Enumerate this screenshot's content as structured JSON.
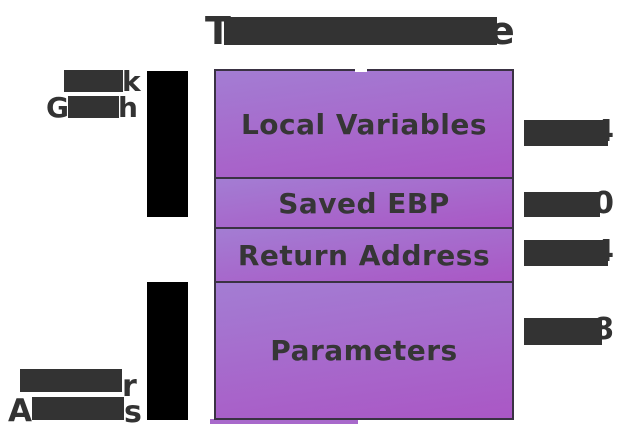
{
  "title": {
    "visible_left": "T",
    "visible_right": "e",
    "redacted": true
  },
  "stack_growth_label": {
    "line1_visible_end": "k",
    "line2_visible_start": "G",
    "line2_visible_end": "h",
    "redacted": true
  },
  "stack": {
    "sections": [
      {
        "label": "Local Variables"
      },
      {
        "label": "Saved EBP"
      },
      {
        "label": "Return Address"
      },
      {
        "label": "Parameters"
      }
    ]
  },
  "offset_labels": [
    {
      "visible_digit": "4",
      "redacted": true
    },
    {
      "visible_digit": "0",
      "redacted": true
    },
    {
      "visible_digit": "4",
      "redacted": true
    },
    {
      "visible_digit": "8",
      "redacted": true
    }
  ],
  "bottom_label": {
    "line1_visible_end": "r",
    "line2_visible_start": "A",
    "line2_visible_end": "s",
    "redacted": true
  },
  "colors": {
    "text_dark": "#333333",
    "redaction_dark": "#333333",
    "arrow_black": "#000000",
    "box_gradient_top": "#a37dd3",
    "box_gradient_bottom": "#aa57c5",
    "box_border": "#3a3243",
    "box_shadow": "#a869cb",
    "background": "#ffffff"
  }
}
